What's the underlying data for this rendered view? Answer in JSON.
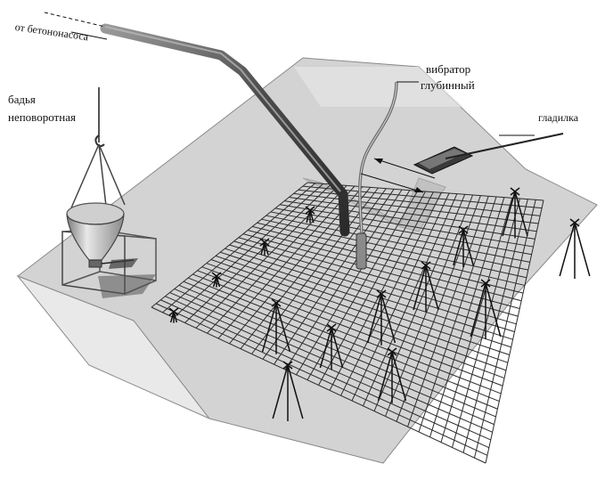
{
  "labels": {
    "pump": "от бетононасоса",
    "bucket_line1": "бадья",
    "bucket_line2": "неповоротная",
    "vibrator_line1": "вибратор",
    "vibrator_line2": "глубинный",
    "trowel": "гладилка"
  },
  "colors": {
    "slab_top": "#cfcfcf",
    "slab_side": "#e6e6e6",
    "slab_front": "#bdbdbd",
    "mesh": "#2b2b2b",
    "pipe": "#5a5a5a"
  }
}
